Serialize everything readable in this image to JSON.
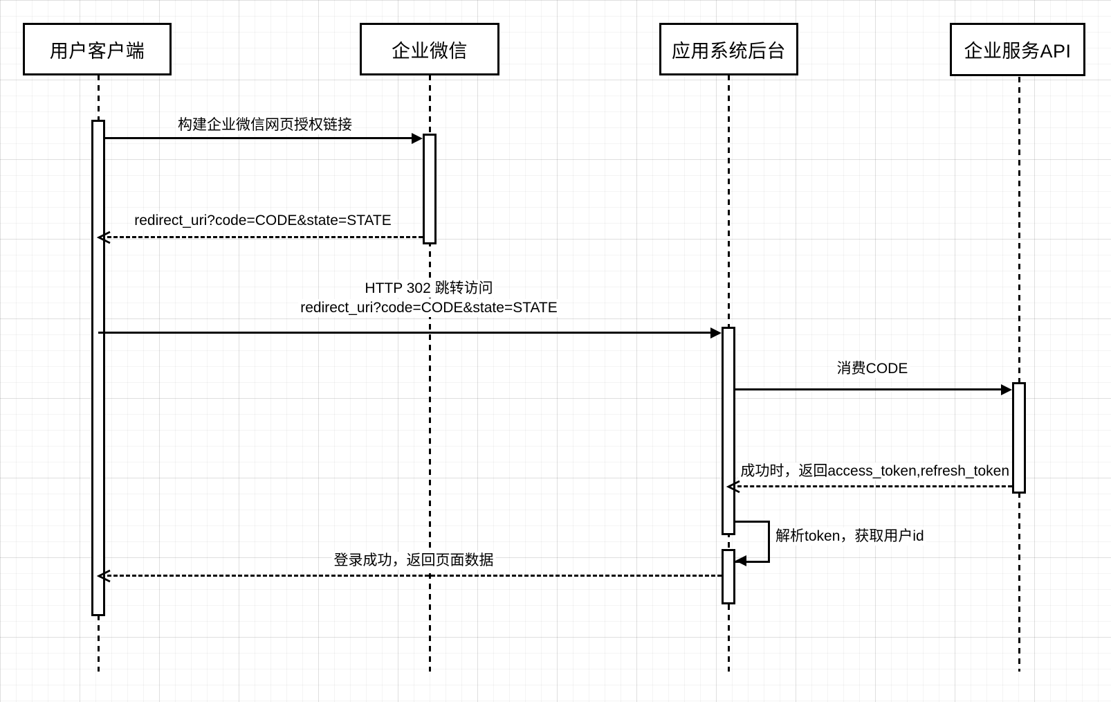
{
  "participants": [
    {
      "label": "用户客户端"
    },
    {
      "label": "企业微信"
    },
    {
      "label": "应用系统后台"
    },
    {
      "label": "企业服务API"
    }
  ],
  "messages": {
    "build_auth_link": {
      "label": "构建企业微信网页授权链接",
      "type": "solid-arrow"
    },
    "redirect_callback": {
      "label": "redirect_uri?code=CODE&state=STATE",
      "type": "dashed-return"
    },
    "http302": {
      "line1": "HTTP 302 跳转访问",
      "line2": "redirect_uri?code=CODE&state=STATE",
      "type": "solid-arrow"
    },
    "consume_code": {
      "label": "消费CODE",
      "type": "solid-arrow"
    },
    "token_response": {
      "label": "成功时，返回access_token,refresh_token",
      "type": "dashed-return"
    },
    "parse_token": {
      "label": "解析token，获取用户id",
      "type": "self-message"
    },
    "login_success": {
      "label": "登录成功，返回页面数据",
      "type": "dashed-return"
    }
  },
  "colors": {
    "stroke": "#000000",
    "shape_fill": "#ffffff",
    "background": "#ffffff",
    "grid_minor": "#ededed",
    "grid_major": "#e2e2e2"
  }
}
